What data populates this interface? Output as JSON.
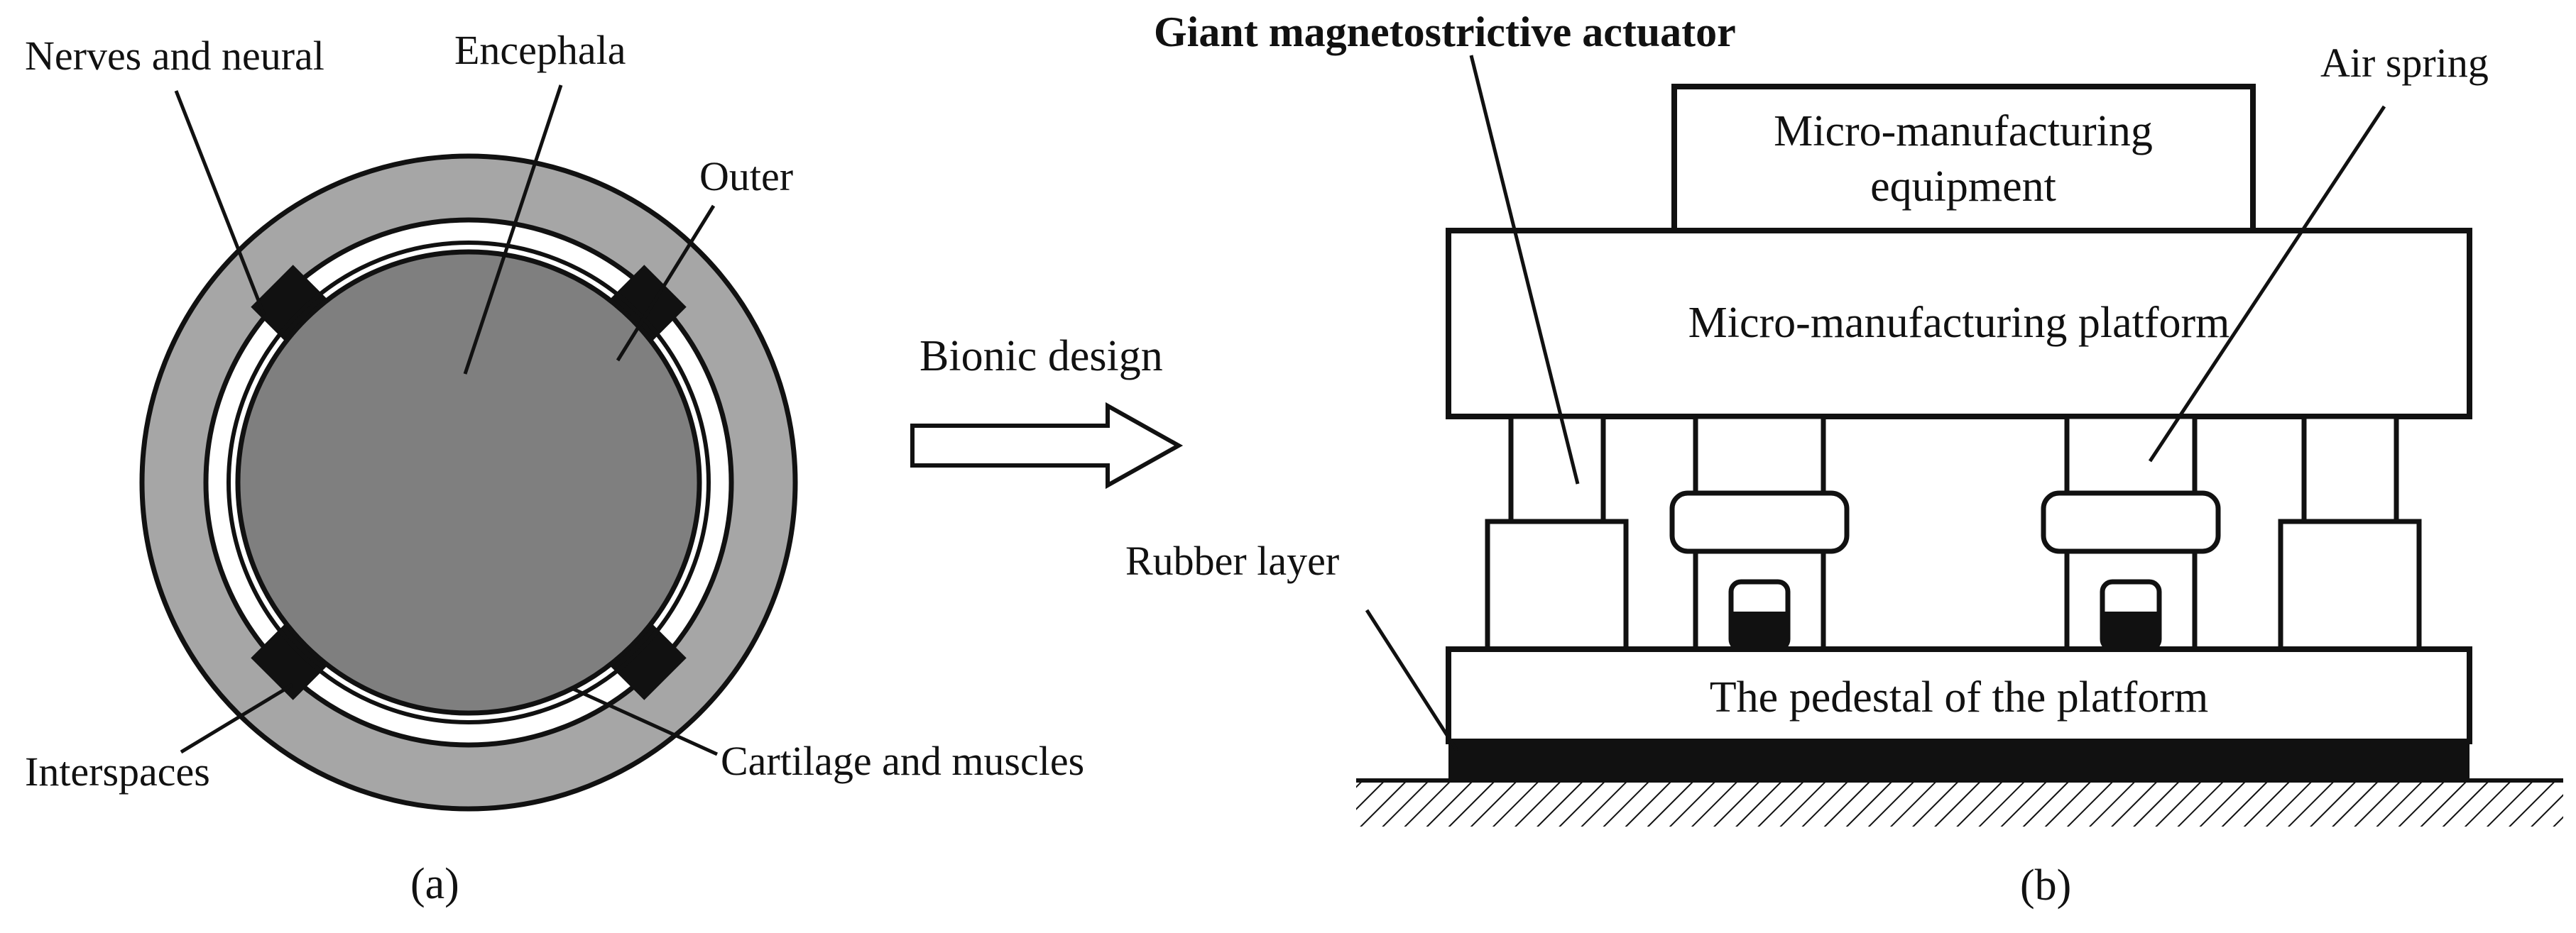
{
  "panel_a": {
    "label_nerves": "Nerves and neural",
    "label_encephala": "Encephala",
    "label_outer": "Outer",
    "label_interspaces": "Interspaces",
    "label_cartilage": "Cartilage and muscles",
    "caption": "(a)"
  },
  "arrow": {
    "label": "Bionic design"
  },
  "panel_b": {
    "label_actuator": "Giant magnetostrictive actuator",
    "label_air_spring": "Air spring",
    "label_equipment_line1": "Micro-manufacturing",
    "label_equipment_line2": "equipment",
    "label_platform": "Micro-manufacturing platform",
    "label_rubber": "Rubber layer",
    "label_pedestal": "The pedestal of the platform",
    "caption": "(b)"
  },
  "colors": {
    "stroke": "#111111",
    "outer_ring": "#a6a6a6",
    "core": "#7f7f7f",
    "block_fill": "#ffffff",
    "black": "#111111"
  }
}
